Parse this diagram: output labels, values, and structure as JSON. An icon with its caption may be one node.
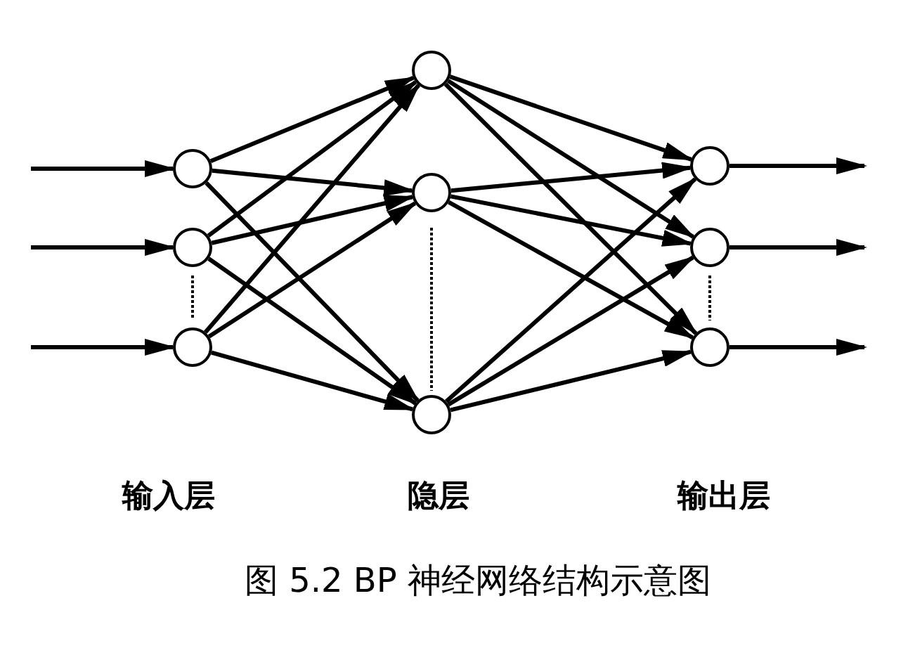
{
  "diagram": {
    "caption": "图 5.2 BP 神经网络结构示意图",
    "nodes": [
      {
        "text": [],
        "shape": "circle"
      },
      {
        "text": [],
        "shape": "circle"
      },
      {
        "text": [],
        "shape": "circle"
      },
      {
        "text": [],
        "shape": "circle"
      },
      {
        "text": [],
        "shape": "circle"
      },
      {
        "text": [],
        "shape": "circle"
      },
      {
        "text": [],
        "shape": "circle"
      },
      {
        "text": [],
        "shape": "circle"
      },
      {
        "text": [],
        "shape": "circle"
      }
    ],
    "edges": [
      {
        "from": null,
        "to": 0,
        "arrow": "to"
      },
      {
        "from": null,
        "to": 1,
        "arrow": "to"
      },
      {
        "from": null,
        "to": 2,
        "arrow": "to"
      },
      {
        "from": 0,
        "to": 3,
        "arrow": "to"
      },
      {
        "from": 0,
        "to": 4,
        "arrow": "to"
      },
      {
        "from": 0,
        "to": 5,
        "arrow": "to"
      },
      {
        "from": 1,
        "to": 3,
        "arrow": "to"
      },
      {
        "from": 1,
        "to": 4,
        "arrow": "to"
      },
      {
        "from": 1,
        "to": 5,
        "arrow": "to"
      },
      {
        "from": 2,
        "to": 3,
        "arrow": "to"
      },
      {
        "from": 2,
        "to": 4,
        "arrow": "to"
      },
      {
        "from": 2,
        "to": 5,
        "arrow": "to"
      },
      {
        "from": 3,
        "to": 6,
        "arrow": "to"
      },
      {
        "from": 3,
        "to": 7,
        "arrow": "to"
      },
      {
        "from": 3,
        "to": 8,
        "arrow": "to"
      },
      {
        "from": 4,
        "to": 6,
        "arrow": "to"
      },
      {
        "from": 4,
        "to": 7,
        "arrow": "to"
      },
      {
        "from": 4,
        "to": 8,
        "arrow": "to"
      },
      {
        "from": 5,
        "to": 6,
        "arrow": "to"
      },
      {
        "from": 5,
        "to": 7,
        "arrow": "to"
      },
      {
        "from": 5,
        "to": 8,
        "arrow": "to"
      },
      {
        "from": 6,
        "to": null,
        "arrow": "to"
      },
      {
        "from": 7,
        "to": null,
        "arrow": "to"
      },
      {
        "from": 8,
        "to": null,
        "arrow": "to"
      }
    ],
    "labels": [
      "输入层",
      "隐层",
      "输出层"
    ]
  }
}
